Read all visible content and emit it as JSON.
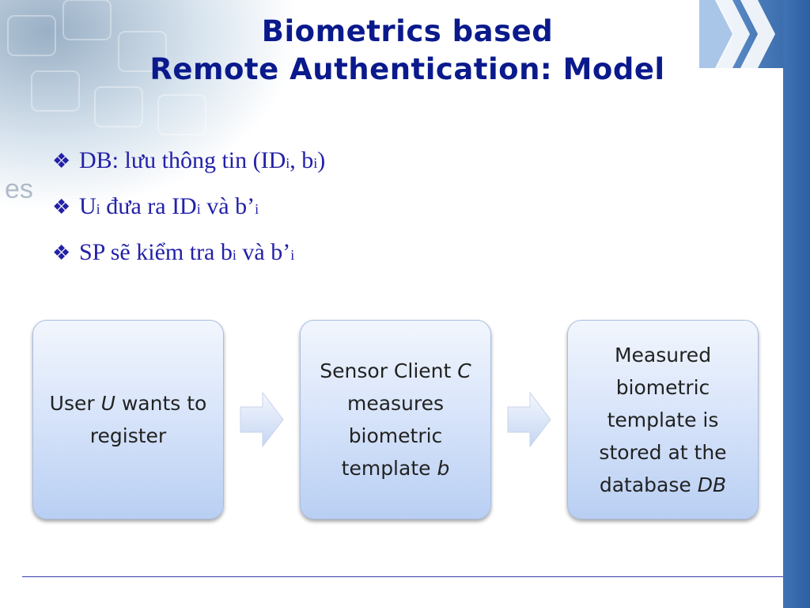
{
  "slide": {
    "title_line1": "Biometrics based",
    "title_line2": "Remote Authentication: Model"
  },
  "bullets": [
    {
      "parts": [
        "DB: lưu thông tin (ID",
        "i",
        ", b",
        "i",
        ")"
      ]
    },
    {
      "parts": [
        "U",
        "i",
        " đưa ra ID",
        "i",
        " và b’",
        "i",
        ""
      ]
    },
    {
      "parts": [
        "SP sẽ kiểm tra b",
        "i",
        " và b’",
        "i",
        ""
      ]
    }
  ],
  "diagram": {
    "box1": {
      "pre": "User ",
      "var": "U",
      "post": " wants to register"
    },
    "box2": {
      "pre": "Sensor Client ",
      "var": "C",
      "mid": " measures biometric template ",
      "var2": "b"
    },
    "box3": {
      "pre": "Measured biometric template is stored at the database ",
      "var": "DB"
    }
  },
  "icons": {
    "bullet": "diamond-four-bullet-icon",
    "arrow": "right-block-arrow-icon"
  },
  "colors": {
    "title": "#0a1a8c",
    "bullet_text": "#2321a8",
    "band": "#2d5fa3",
    "box_top": "#f2f6fd",
    "box_bottom": "#b9cff3"
  }
}
